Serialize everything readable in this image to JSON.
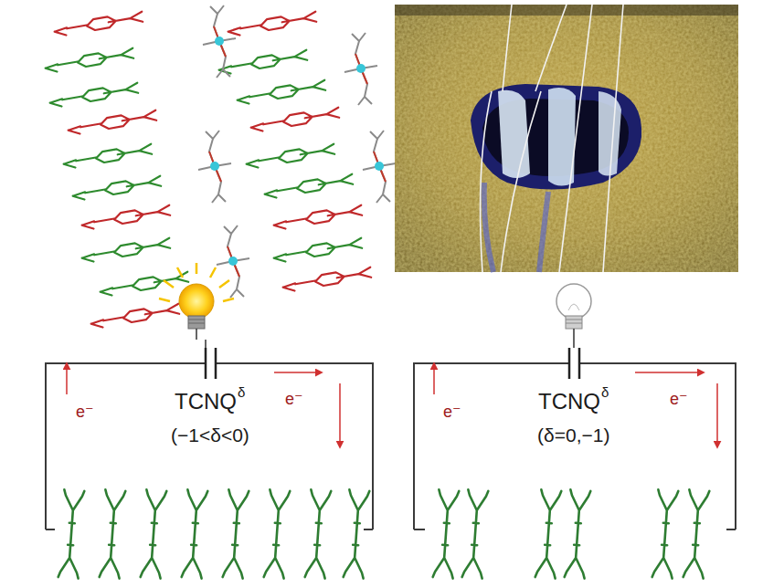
{
  "diagram": {
    "labels": [
      "TCNQ",
      "δ",
      "(−1<δ<0)",
      "e⁻",
      "e⁻",
      "TCNQ",
      "δ",
      "(δ=0,−1)",
      "e⁻",
      "e⁻"
    ]
  }
}
